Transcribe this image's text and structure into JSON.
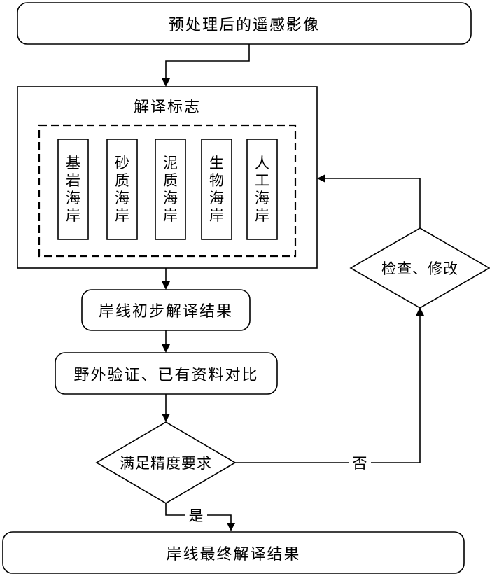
{
  "nodes": {
    "input": "预处理后的遥感影像",
    "marks_title": "解译标志",
    "coast_types": [
      "基岩海岸",
      "砂质海岸",
      "泥质海岸",
      "生物海岸",
      "人工海岸"
    ],
    "preliminary": "岸线初步解译结果",
    "validation": "野外验证、已有资料对比",
    "decision": "满足精度要求",
    "review": "检查、修改",
    "final": "岸线最终解译结果"
  },
  "edges": {
    "no_label": "否",
    "yes_label": "是"
  }
}
